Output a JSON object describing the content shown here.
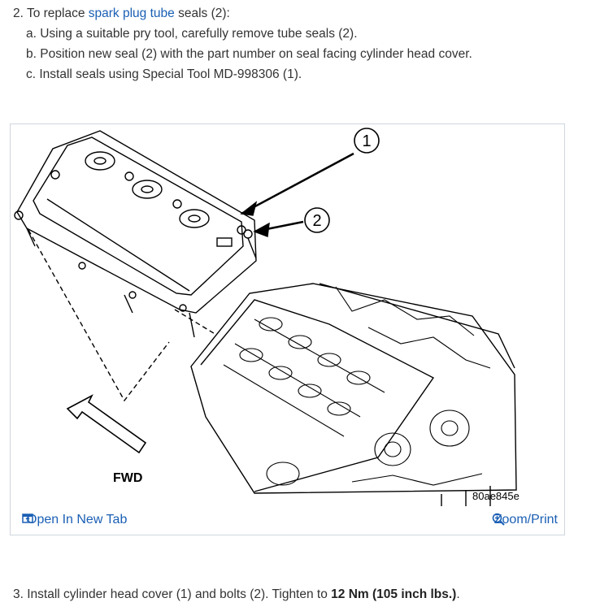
{
  "step2": {
    "prefix": "2. To replace ",
    "link": "spark plug tube",
    "suffix": " seals (2):",
    "items": [
      "a. Using a suitable pry tool, carefully remove tube seals (2).",
      "b. Position new seal (2) with the part number on seal facing cylinder head cover.",
      "c. Install seals using Special Tool MD-998306 (1)."
    ]
  },
  "figure": {
    "callout1": "1",
    "callout2": "2",
    "fwd_label": "FWD",
    "figure_code": "80ae845e",
    "open_tab_label": "Open In New Tab",
    "zoom_label": "Zoom/Print",
    "open_tab_icon": "open-in-new-tab-icon",
    "zoom_icon": "zoom-in-icon"
  },
  "step3": {
    "text": "3. Install cylinder head cover (1) and bolts (2). Tighten to ",
    "bold": "12 Nm (105 inch lbs.)",
    "end": "."
  },
  "colors": {
    "link": "#1a5fb4",
    "text": "#333333",
    "border": "#cfd6de"
  }
}
